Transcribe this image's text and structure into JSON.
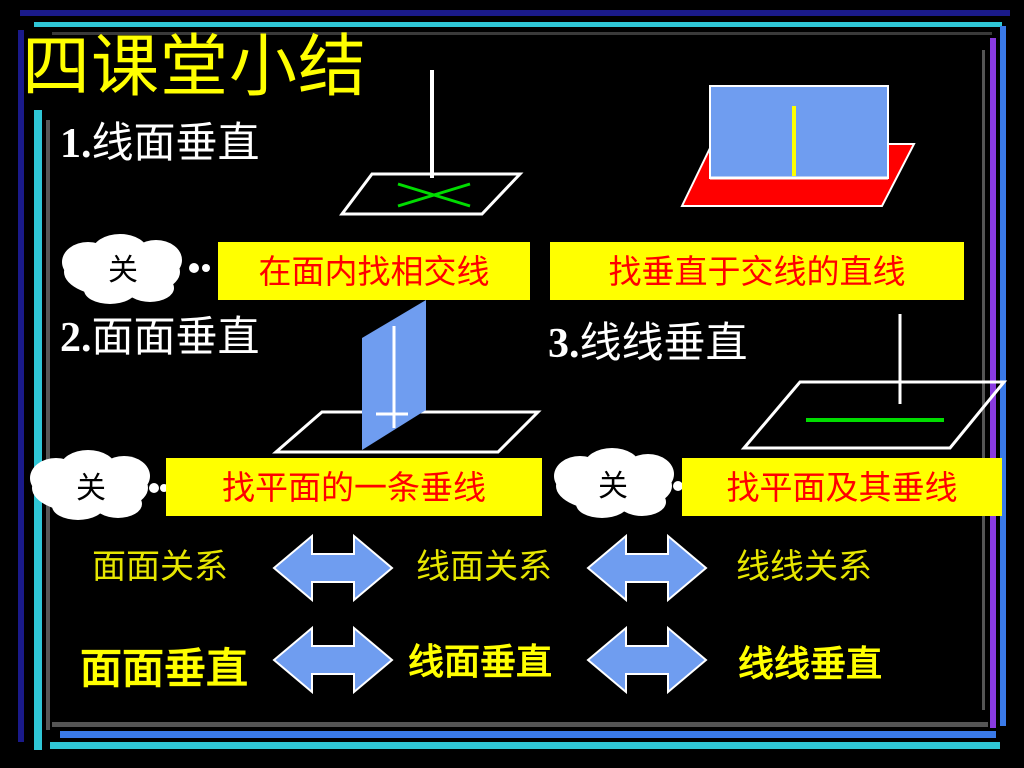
{
  "slide": {
    "title": "四课堂小结",
    "sections": [
      {
        "num": "1.",
        "label": "线面垂直"
      },
      {
        "num": "2.",
        "label": "面面垂直"
      },
      {
        "num": "3.",
        "label": "线线垂直"
      }
    ],
    "cloud_label": "关",
    "key_points": {
      "line_plane_1": "在面内找相交线",
      "line_plane_2": "找垂直于交线的直线",
      "plane_plane": "找平面的一条垂线",
      "line_line": "找平面及其垂线"
    },
    "relations": {
      "plane_plane": "面面关系",
      "line_plane": "线面关系",
      "line_line": "线线关系"
    },
    "perpendicular": {
      "plane_plane": "面面垂直",
      "line_plane": "线面垂直",
      "line_line": "线线垂直"
    },
    "colors": {
      "title": "#ffff00",
      "key_box_bg": "#ffff00",
      "key_box_text": "#ff0000",
      "arrow_fill": "#6f9df0",
      "plane_blue": "#6f9df0",
      "plane_red": "#ff0000",
      "cross_green": "#00dd00"
    }
  }
}
